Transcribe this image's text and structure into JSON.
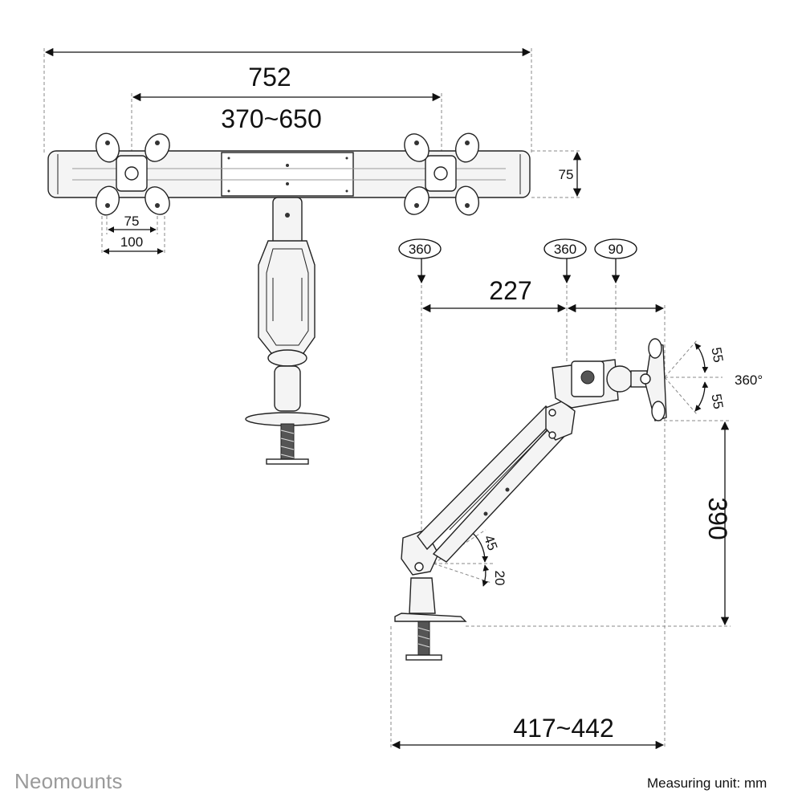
{
  "front_view": {
    "overall_width": "752",
    "vesa_span": "370~650",
    "bar_height": "75",
    "vesa_small": "75",
    "vesa_large": "100"
  },
  "side_view": {
    "rotation_base": "360",
    "rotation_mid": "360",
    "rotation_head": "90",
    "arm_length": "227",
    "tilt_up": "55",
    "tilt_down": "55",
    "swivel": "360°",
    "height": "390",
    "angle_up": "45",
    "angle_down": "20",
    "depth": "417~442"
  },
  "footer": {
    "brand": "Neomounts",
    "unit_note": "Measuring unit: mm"
  }
}
